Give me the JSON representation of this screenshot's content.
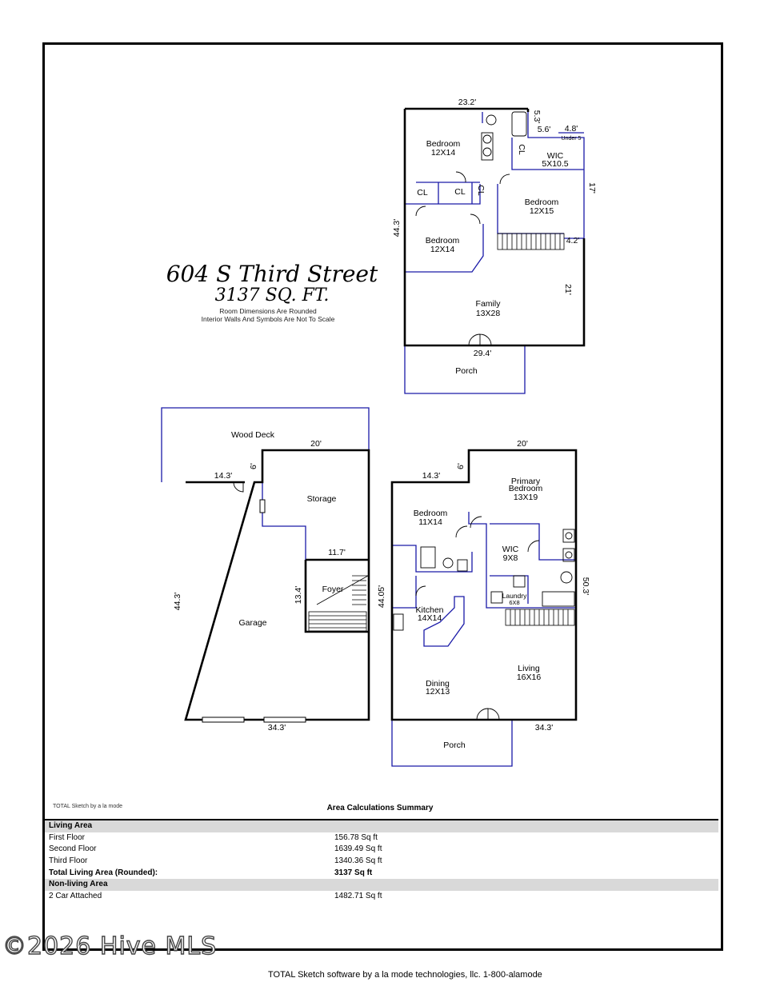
{
  "plan": {
    "title": "604 S Third Street",
    "sqft_line": "3137 SQ. FT.",
    "note_1": "Room Dimensions Are Rounded",
    "note_2": "Interior Walls And Symbols Are Not To Scale"
  },
  "third_floor": {
    "dims": {
      "top": "23.2'",
      "d53": "5.3'",
      "d56": "5.6'",
      "d48": "4.8'",
      "under5": "Under 5",
      "d17": "17'",
      "d443": "44.3'",
      "d42": "4.2'",
      "d21": "21'",
      "d294": "29.4'"
    },
    "rooms": {
      "bedroom_a": {
        "name": "Bedroom",
        "size": "12X14"
      },
      "wic": {
        "name": "WIC",
        "size": "5X10.5"
      },
      "bedroom_b": {
        "name": "Bedroom",
        "size": "12X15"
      },
      "bedroom_c": {
        "name": "Bedroom",
        "size": "12X14"
      },
      "family": {
        "name": "Family",
        "size": "13X28"
      },
      "porch": "Porch",
      "cl": "CL"
    }
  },
  "first_floor": {
    "deck": "Wood Deck",
    "storage": "Storage",
    "foyer": "Foyer",
    "garage": "Garage",
    "dims": {
      "d20": "20'",
      "d143": "14.3'",
      "d6": "6'",
      "d117": "11.7'",
      "d134": "13.4'",
      "d443": "44.3'",
      "d343": "34.3'"
    }
  },
  "second_floor": {
    "dims": {
      "d20": "20'",
      "d143": "14.3'",
      "d6": "6'",
      "d503": "50.3'",
      "d4405": "44.05'",
      "d343": "34.3'"
    },
    "rooms": {
      "primary": {
        "line1": "Primary",
        "line2": "Bedroom",
        "size": "13X19"
      },
      "bedroom": {
        "name": "Bedroom",
        "size": "11X14"
      },
      "wic": {
        "name": "WIC",
        "size": "9X8"
      },
      "laundry": {
        "name": "Laundry",
        "size": "6X8"
      },
      "kitchen": {
        "name": "Kitchen",
        "size": "14X14"
      },
      "living": {
        "name": "Living",
        "size": "16X16"
      },
      "dining": {
        "name": "Dining",
        "size": "12X13"
      },
      "porch": "Porch"
    }
  },
  "summary": {
    "sketch_credit": "TOTAL Sketch by a la mode",
    "title": "Area Calculations Summary",
    "living_header": "Living Area",
    "rows": [
      {
        "label": "First Floor",
        "value": "156.78 Sq ft"
      },
      {
        "label": "Second Floor",
        "value": "1639.49 Sq ft"
      },
      {
        "label": "Third Floor",
        "value": "1340.36 Sq ft"
      }
    ],
    "total_label": "Total Living Area (Rounded):",
    "total_value": "3137 Sq ft",
    "nonliving_header": "Non-living Area",
    "nonliving_rows": [
      {
        "label": "2 Car Attached",
        "value": "1482.71 Sq ft"
      }
    ]
  },
  "watermark": "©2026 Hive MLS",
  "footer": "TOTAL Sketch software by a la mode technologies, llc. 1-800-alamode",
  "colors": {
    "wall": "#000000",
    "outline": "#1a1aa8"
  }
}
